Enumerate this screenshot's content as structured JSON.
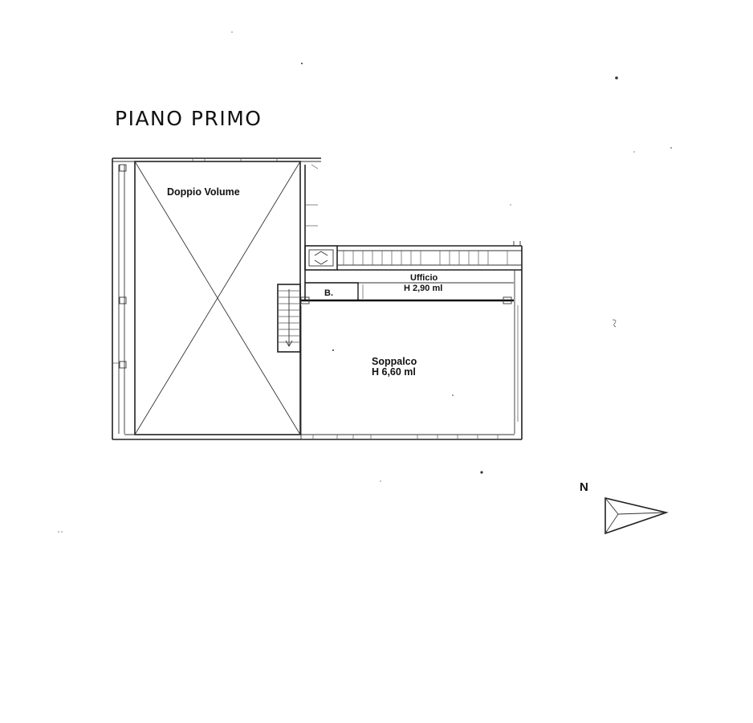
{
  "title": "PIANO PRIMO",
  "rooms": {
    "double_volume": "Doppio Volume",
    "office_name": "Ufficio",
    "office_height": "H 2,90 ml",
    "bathroom": "B.",
    "mezzanine_name": "Soppalco",
    "mezzanine_height": "H 6,60 ml"
  },
  "north_label": "N"
}
